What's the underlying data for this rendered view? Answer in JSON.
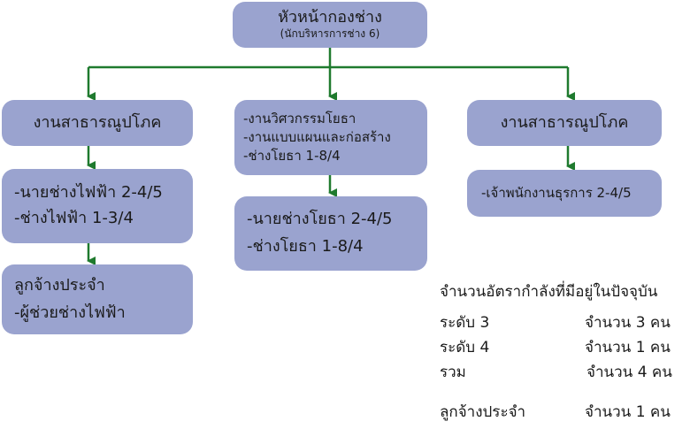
{
  "head": {
    "title": "หัวหน้ากองช่าง",
    "subtitle": "(นักบริหารการช่าง 6)"
  },
  "left": {
    "title": "งานสาธารณูปโภค",
    "staff": [
      "-นายช่างไฟฟ้า 2-4/5",
      "-ช่างไฟฟ้า 1-3/4"
    ],
    "contract": [
      "ลูกจ้างประจำ",
      "-ผู้ช่วยช่างไฟฟ้า"
    ]
  },
  "middle": {
    "sections": [
      "-งานวิศวกรรมโยธา",
      "-งานแบบแผนและก่อสร้าง",
      "-ช่างโยธา 1-8/4"
    ],
    "staff": [
      "-นายช่างโยธา 2-4/5",
      "-ช่างโยธา 1-8/4"
    ]
  },
  "right": {
    "title": "งานสาธารณูปโภค",
    "staff": [
      "-เจ้าพนักงานธุรการ 2-4/5"
    ]
  },
  "stats": {
    "heading": "จำนวนอัตรากำลังที่มีอยู่ในปัจจุบัน",
    "rows": [
      {
        "label": "ระดับ 3",
        "value": "จำนวน 3 คน"
      },
      {
        "label": "ระดับ 4",
        "value": "จำนวน 1 คน"
      },
      {
        "label": "รวม",
        "value": "จำนวน 4 คน"
      },
      {
        "label": "ลูกจ้างประจำ",
        "value": "จำนวน 1 คน"
      }
    ]
  },
  "colors": {
    "box": "#9aa3cf",
    "connector": "#1f7a2e"
  }
}
